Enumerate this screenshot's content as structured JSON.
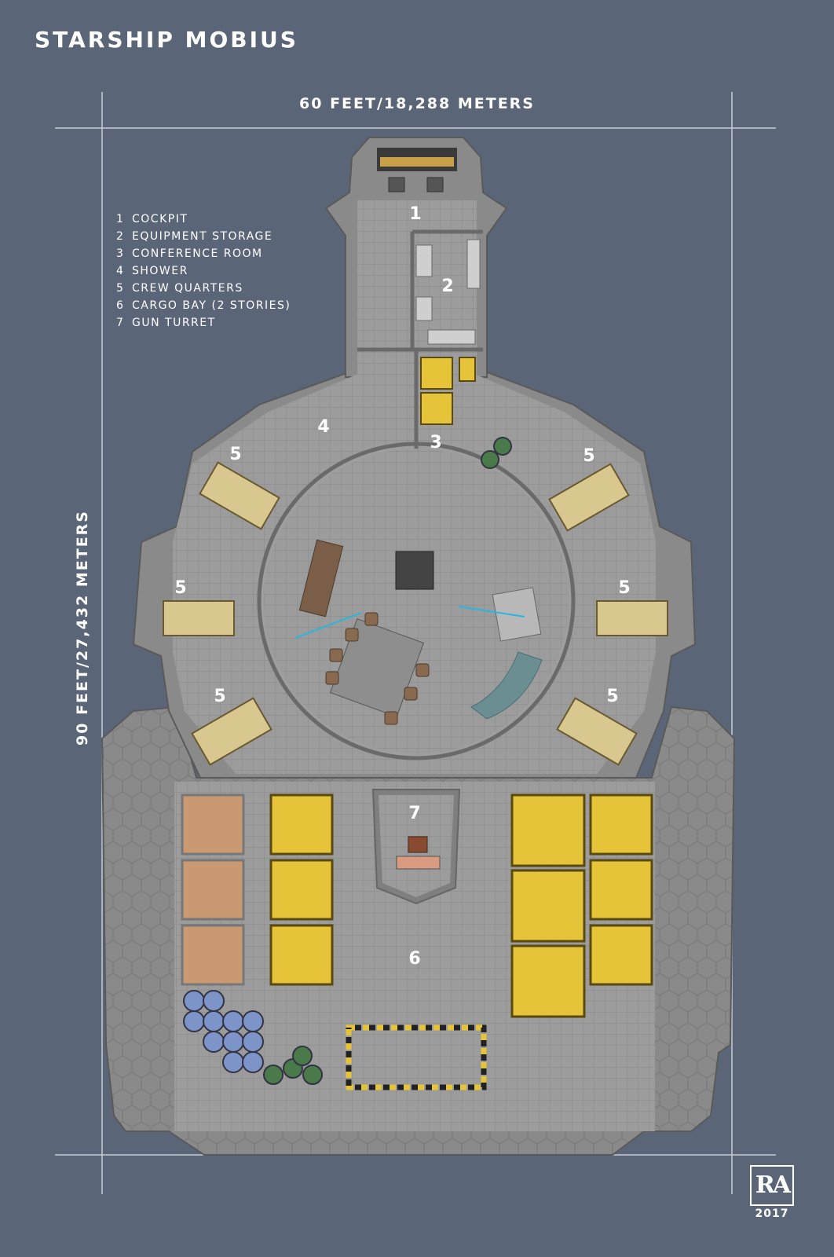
{
  "title": "Starship Mobius",
  "dimensions": {
    "width_label": "60 feet/18,288 meters",
    "length_label": "90 feet/27,432 meters"
  },
  "legend": [
    {
      "num": "1",
      "label": "Cockpit"
    },
    {
      "num": "2",
      "label": "Equipment Storage"
    },
    {
      "num": "3",
      "label": "Conference Room"
    },
    {
      "num": "4",
      "label": "Shower"
    },
    {
      "num": "5",
      "label": "Crew Quarters"
    },
    {
      "num": "6",
      "label": "Cargo Bay (2 stories)"
    },
    {
      "num": "7",
      "label": "Gun Turret"
    }
  ],
  "room_labels": {
    "cockpit": "1",
    "equipment": "2",
    "conference": "3",
    "shower": "4",
    "quarters": "5",
    "cargo": "6",
    "turret": "7"
  },
  "signature": {
    "mark": "RA",
    "year": "2017"
  },
  "colors": {
    "background": "#5a6677",
    "hull": "#7d7d7d",
    "floor": "#9c9c9c",
    "crate_yellow": "#e6c43a",
    "crate_tan": "#c99a72",
    "bed": "#d8c890",
    "barrel_blue": "#7c94c8",
    "barrel_green": "#4a7a4a"
  }
}
